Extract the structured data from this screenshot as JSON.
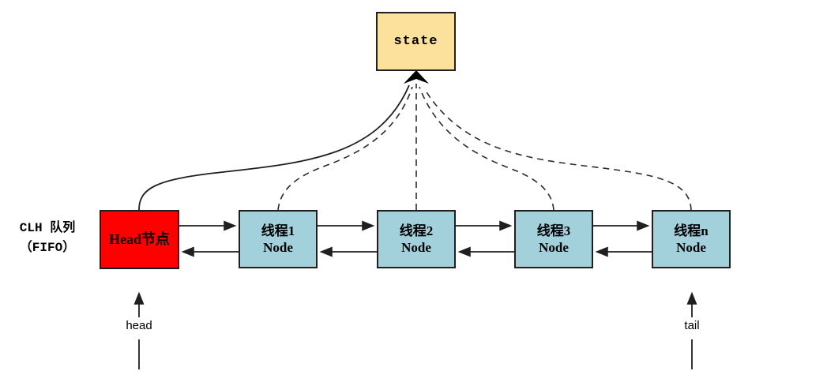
{
  "colors": {
    "state_fill": "#FBE19C",
    "head_fill": "#FF0000",
    "node_fill": "#A2D1DC",
    "stroke": "#1f1f1f",
    "background": "#ffffff"
  },
  "diagram": {
    "state_box": {
      "label": "state"
    },
    "queue_label": {
      "line1": "CLH 队列",
      "line2": "（FIFO）"
    },
    "head_box": {
      "label": "Head节点"
    },
    "nodes": [
      {
        "line1": "线程1",
        "line2": "Node"
      },
      {
        "line1": "线程2",
        "line2": "Node"
      },
      {
        "line1": "线程3",
        "line2": "Node"
      },
      {
        "line1": "线程n",
        "line2": "Node"
      }
    ],
    "pointers": {
      "head": "head",
      "tail": "tail"
    },
    "edges": {
      "queue_links": "bidirectional arrows between adjacent nodes",
      "state_refs": "head node solid arrow and thread nodes dashed arrows pointing to state"
    }
  }
}
